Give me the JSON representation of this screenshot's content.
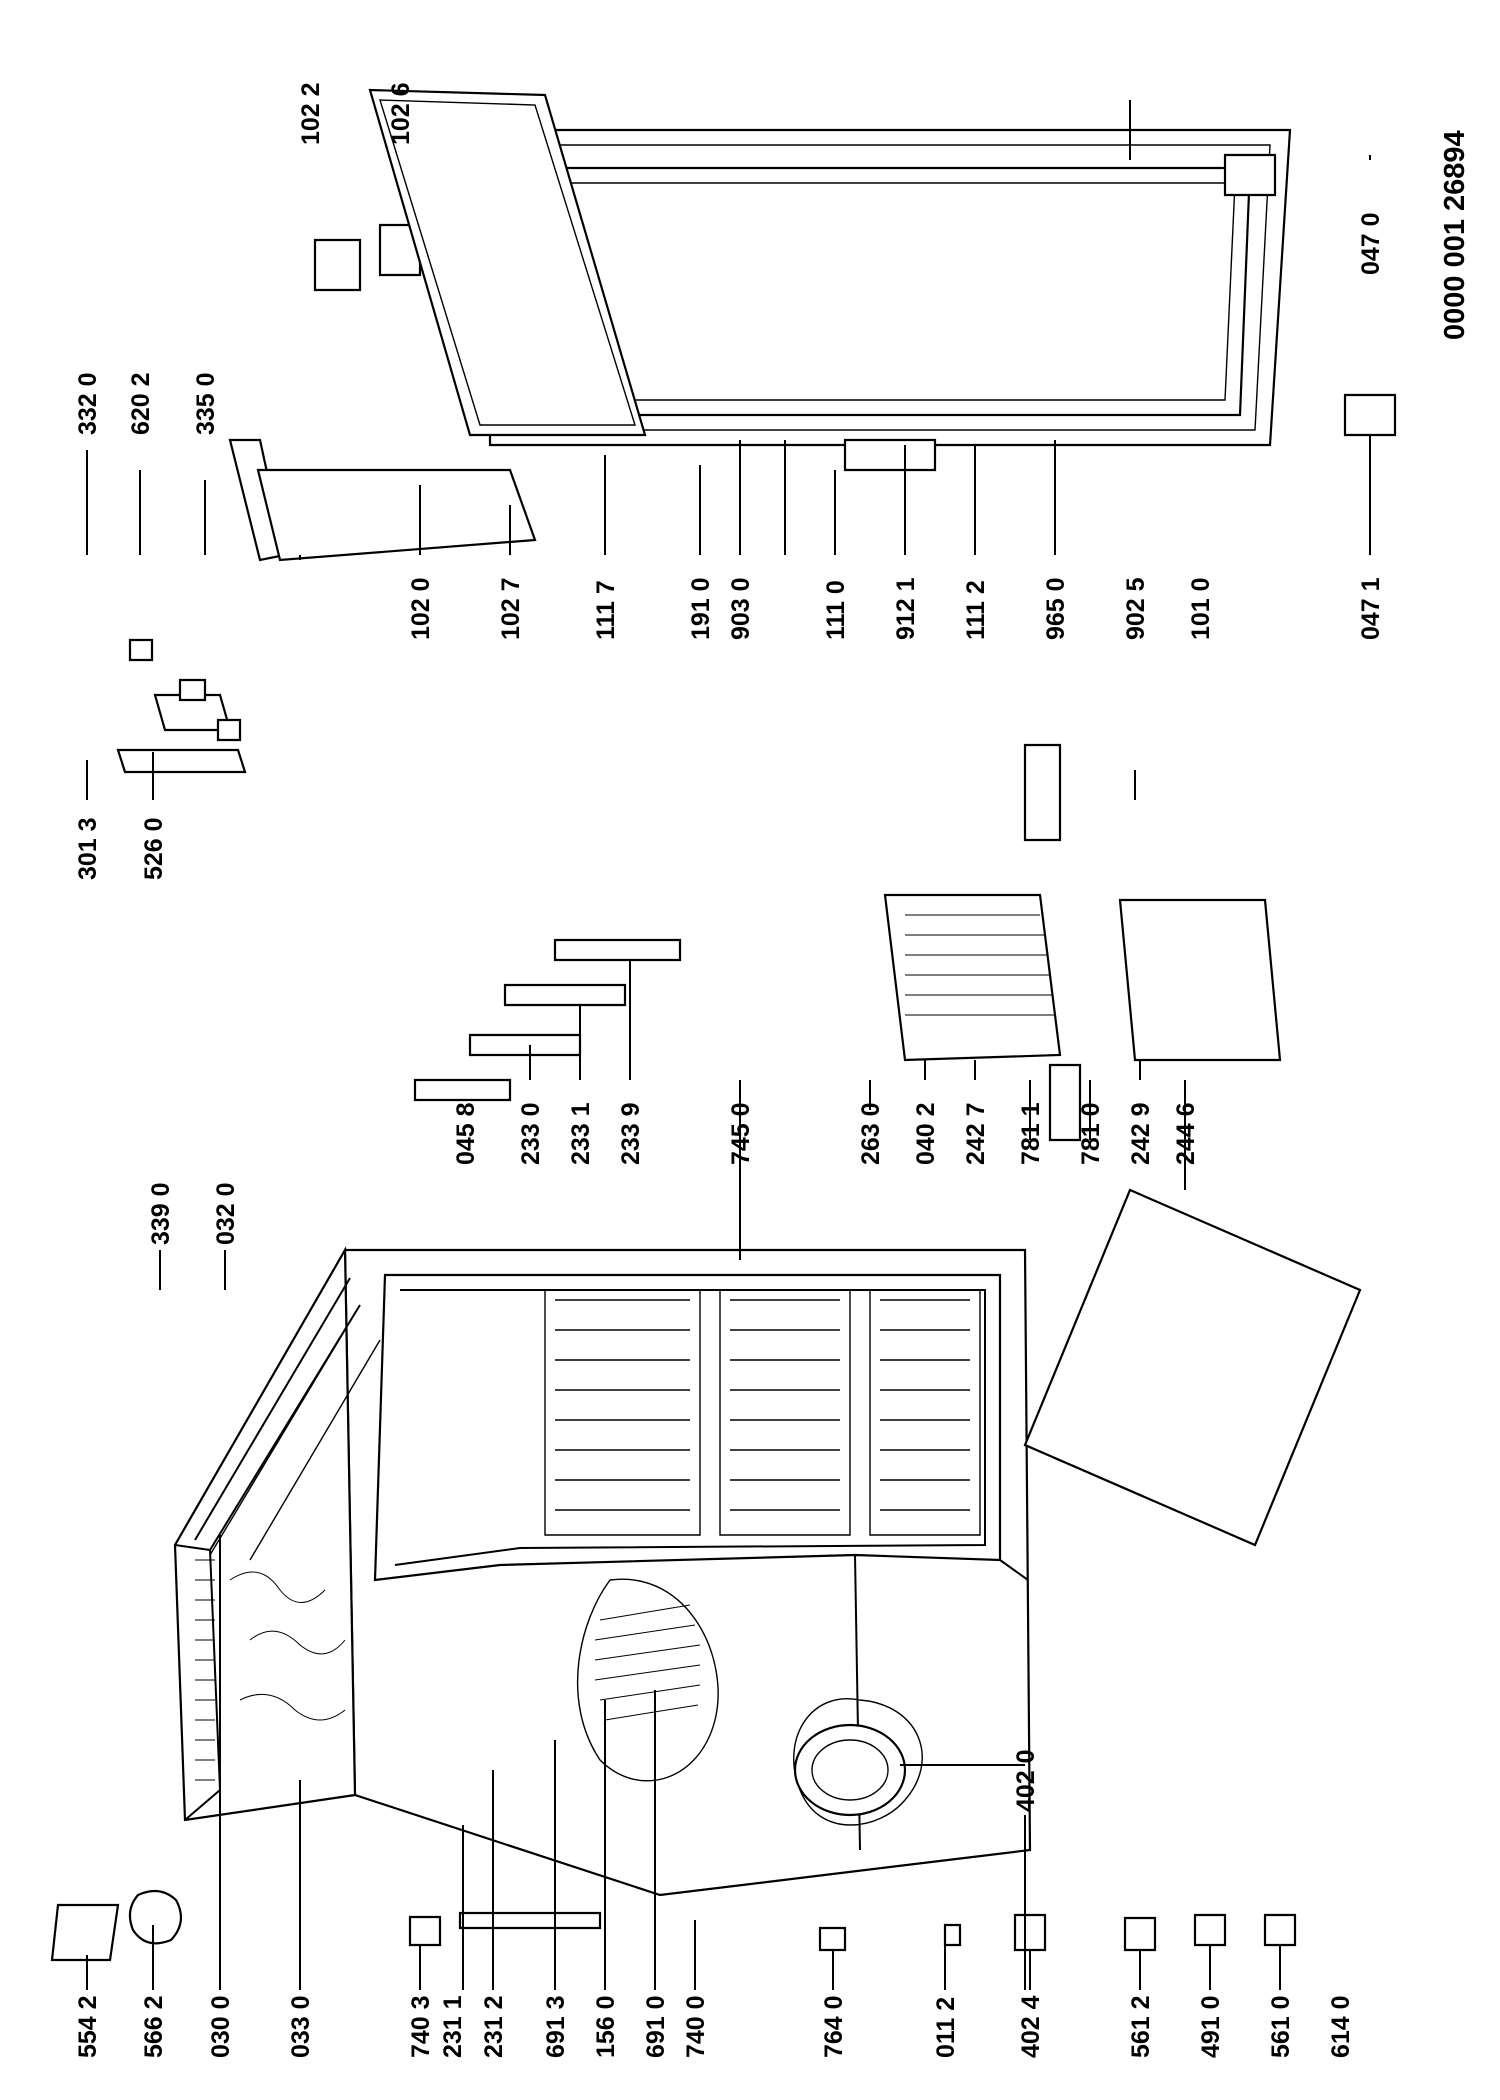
{
  "drawing_code": "0000 001 26894",
  "labels": {
    "p5542": "554 2",
    "p5662": "566 2",
    "p0300": "030 0",
    "p0330": "033 0",
    "p7403": "740 3",
    "p2311": "231 1",
    "p2312": "231 2",
    "p6913": "691 3",
    "p1560": "156 0",
    "p6910": "691 0",
    "p7400": "740 0",
    "p7640": "764 0",
    "p0112": "011 2",
    "p4024": "402 4",
    "p5612": "561 2",
    "p4910": "491 0",
    "p5610": "561 0",
    "p6140": "614 0",
    "p4020": "402 0",
    "p3390": "339 0",
    "p0320": "032 0",
    "p0458": "045 8",
    "p2330": "233 0",
    "p2331": "233 1",
    "p2339": "233 9",
    "p7450": "745 0",
    "p2630": "263 0",
    "p0402": "040 2",
    "p2427": "242 7",
    "p7811": "781 1",
    "p7810": "781 0",
    "p2429": "242 9",
    "p2446": "244 6",
    "p3013": "301 3",
    "p5260": "526 0",
    "p3320": "332 0",
    "p6202": "620 2",
    "p3350": "335 0",
    "p1020": "102 0",
    "p1027": "102 7",
    "p1117": "111 7",
    "p1910": "191 0",
    "p9030": "903 0",
    "p1110": "111 0",
    "p9121": "912 1",
    "p1112": "111 2",
    "p9650": "965 0",
    "p9025": "902 5",
    "p1010": "101 0",
    "p0471": "047 1",
    "p1022": "102 2",
    "p1026": "102 6",
    "p0470": "047 0"
  }
}
